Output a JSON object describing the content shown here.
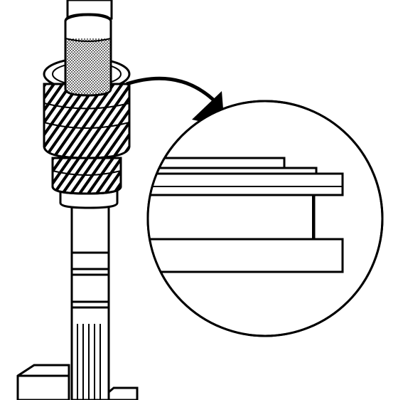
{
  "diagram": {
    "style": "black line drawing on white background",
    "colors": {
      "ink": "#000000",
      "paper": "#ffffff",
      "stipple": "#555555"
    },
    "parts": [
      "shaft",
      "gear",
      "sleeve-tool",
      "base-block",
      "detail-magnifier",
      "callout-arrow"
    ]
  }
}
